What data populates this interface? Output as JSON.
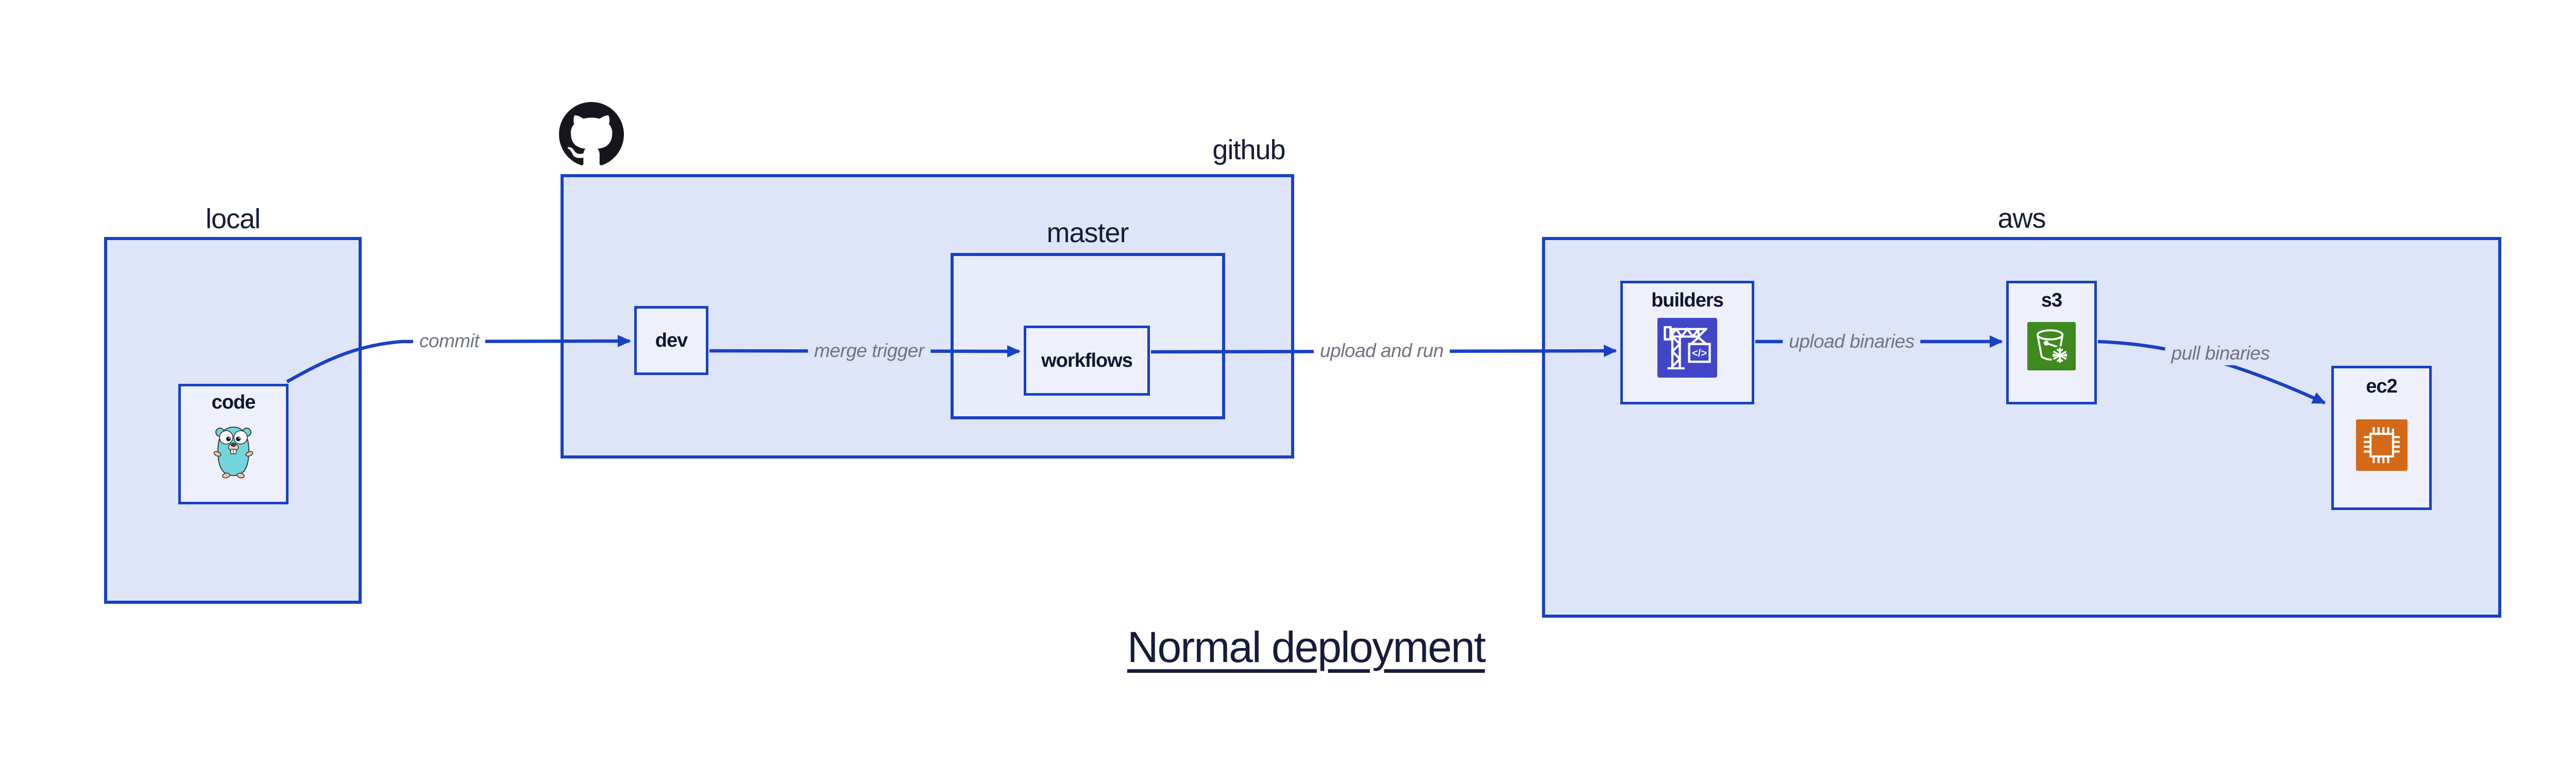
{
  "title": "Normal deployment",
  "groups": {
    "local": {
      "label": "local"
    },
    "github": {
      "label": "github"
    },
    "master": {
      "label": "master"
    },
    "aws": {
      "label": "aws"
    }
  },
  "nodes": {
    "code": {
      "label": "code",
      "icon": "gopher-icon"
    },
    "dev": {
      "label": "dev"
    },
    "workflows": {
      "label": "workflows"
    },
    "builders": {
      "label": "builders",
      "icon": "codebuild-crane-icon"
    },
    "s3": {
      "label": "s3",
      "icon": "s3-glacier-bucket-icon"
    },
    "ec2": {
      "label": "ec2",
      "icon": "ec2-chip-icon"
    }
  },
  "edges": {
    "commit": {
      "label": "commit"
    },
    "merge_trigger": {
      "label": "merge trigger"
    },
    "upload_and_run": {
      "label": "upload and run"
    },
    "upload_binaries": {
      "label": "upload binaries"
    },
    "pull_binaries": {
      "label": "pull binaries"
    }
  },
  "icons": {
    "github_logo": "octocat-icon"
  },
  "colors": {
    "accent_blue": "#1841c4",
    "group_fill": "#dfe5f9",
    "mid_fill": "#e9edfb",
    "node_fill": "#eef1fc",
    "text_navy": "#121a35",
    "edge_label_gray": "#6e7480",
    "codebuild_purple": "#4147c9",
    "s3_green": "#3e8a1f",
    "ec2_orange": "#d4691a",
    "gopher_teal": "#72d6dc",
    "octocat_black": "#16161d"
  }
}
